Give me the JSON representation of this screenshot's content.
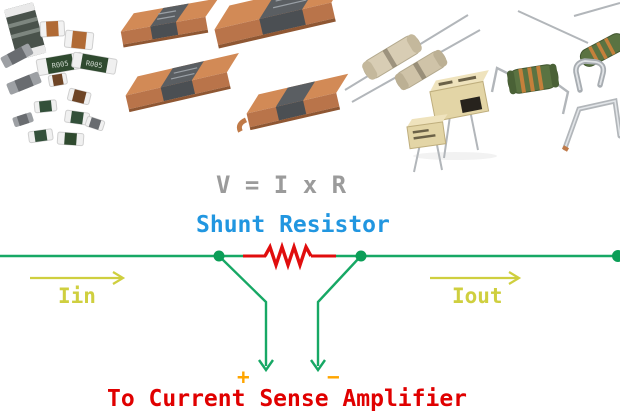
{
  "formula": {
    "text": "V = I x R"
  },
  "circuit": {
    "label": "Shunt Resistor",
    "input_current": "Iin",
    "output_current": "Iout",
    "sense_positive": "+",
    "sense_negative": "−",
    "sense_destination": "To Current Sense Amplifier"
  },
  "colors": {
    "wire_green": "#17a865",
    "node_green": "#0b9e57",
    "resistor_red": "#e00d0d",
    "current_arrow_yellow": "#cfcf3f",
    "polarity_orange": "#ffa500",
    "label_blue": "#2196e0",
    "formula_gray": "#9b9b9b",
    "amplifier_red": "#e00000",
    "copper": "#c07a48"
  },
  "photos": {
    "smd_marking": "R005",
    "groups": [
      {
        "name": "smd-chip-resistors"
      },
      {
        "name": "copper-shunt-resistors"
      },
      {
        "name": "axial-lead-resistors"
      },
      {
        "name": "ceramic-box-resistors"
      },
      {
        "name": "wirewound-resistors"
      },
      {
        "name": "bare-metal-shunt-loops"
      }
    ]
  }
}
